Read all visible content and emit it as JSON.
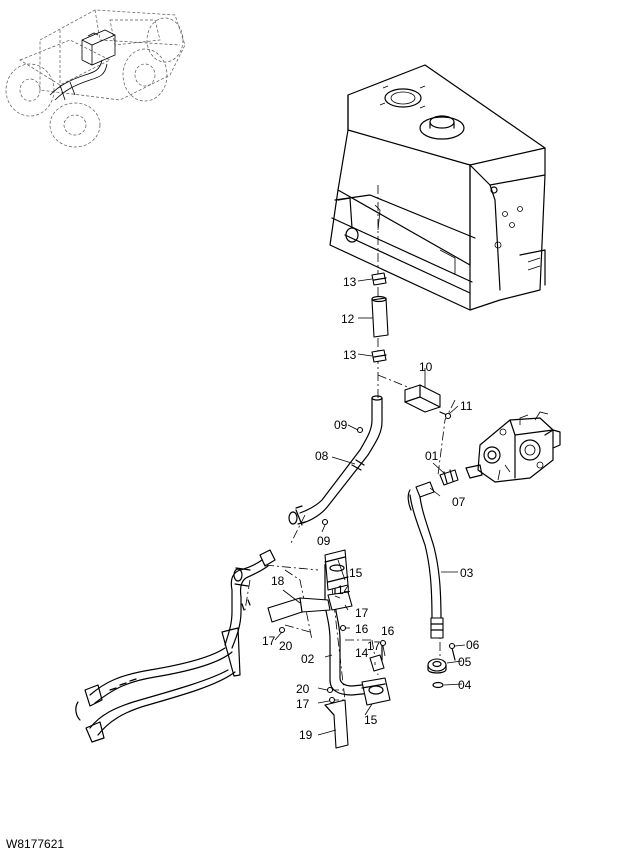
{
  "drawing_code": "W8177621",
  "callouts": [
    {
      "id": "c13a",
      "text": "13"
    },
    {
      "id": "c12",
      "text": "12"
    },
    {
      "id": "c13b",
      "text": "13"
    },
    {
      "id": "c10",
      "text": "10"
    },
    {
      "id": "c11",
      "text": "11"
    },
    {
      "id": "c09a",
      "text": "09"
    },
    {
      "id": "c08",
      "text": "08"
    },
    {
      "id": "c09b",
      "text": "09"
    },
    {
      "id": "c01",
      "text": "01"
    },
    {
      "id": "c07",
      "text": "07"
    },
    {
      "id": "c03",
      "text": "03"
    },
    {
      "id": "c15a",
      "text": "15"
    },
    {
      "id": "c14a",
      "text": "14"
    },
    {
      "id": "c18",
      "text": "18"
    },
    {
      "id": "c17a",
      "text": "17"
    },
    {
      "id": "c16a",
      "text": "16"
    },
    {
      "id": "c17b",
      "text": "17"
    },
    {
      "id": "c20a",
      "text": "20"
    },
    {
      "id": "c17c",
      "text": "17"
    },
    {
      "id": "c16b",
      "text": "16"
    },
    {
      "id": "c06",
      "text": "06"
    },
    {
      "id": "c02",
      "text": "02"
    },
    {
      "id": "c14b",
      "text": "14"
    },
    {
      "id": "c05",
      "text": "05"
    },
    {
      "id": "c04",
      "text": "04"
    },
    {
      "id": "c20b",
      "text": "20"
    },
    {
      "id": "c17d",
      "text": "17"
    },
    {
      "id": "c15b",
      "text": "15"
    },
    {
      "id": "c19",
      "text": "19"
    }
  ]
}
